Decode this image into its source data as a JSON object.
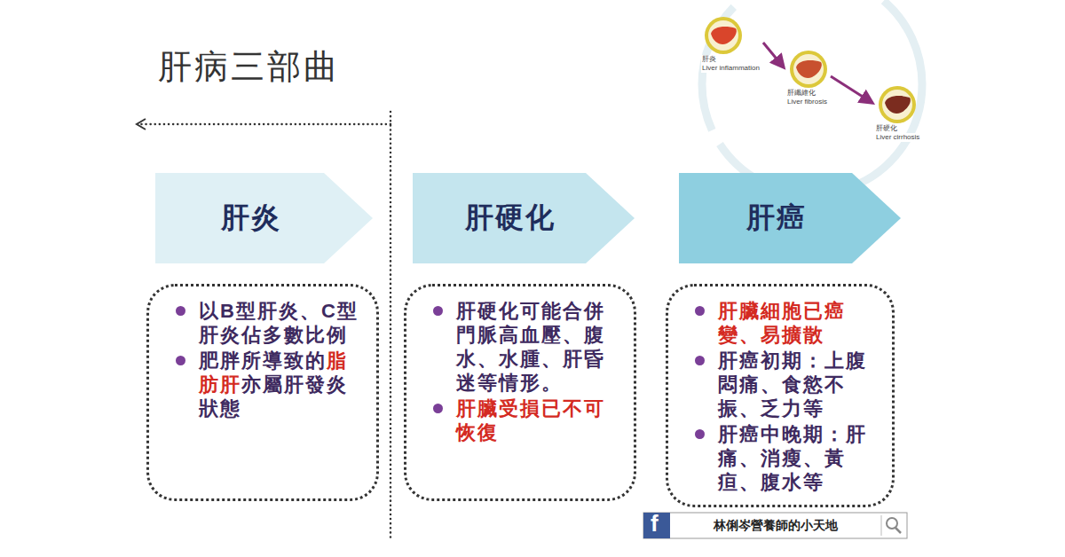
{
  "diagram": {
    "title": "肝病三部曲",
    "nodes": [
      {
        "text": [
          "肝炎",
          "Liver inflammation"
        ]
      },
      {
        "text": [
          "肝纖維化",
          "Liver fibrosis"
        ]
      },
      {
        "text": [
          "肝硬化",
          "Liver cirrhosis"
        ]
      },
      {
        "text": [
          "肝炎"
        ]
      },
      {
        "text": [
          "肝硬化"
        ]
      },
      {
        "text": [
          "肝癌"
        ]
      },
      {
        "text": [
          "以B型肝炎、C型肝炎佔多數比例",
          "肥胖所導致的",
          "脂肪肝",
          "亦屬肝發炎狀態"
        ]
      },
      {
        "text": [
          "肝硬化可能合併門脈高血壓、腹水、水腫、肝昏迷等情形。",
          "肝臟受損已不可恢復"
        ]
      },
      {
        "text": [
          "肝臟細胞已癌變、易擴散",
          "肝癌初期：上腹悶痛、食慾不振、乏力等",
          "肝癌中晚期：肝痛、消瘦、黃疸、腹水等"
        ]
      },
      {
        "text": [
          "林俐岑營養師的小天地"
        ]
      }
    ],
    "edges": [
      {
        "from": 0,
        "to": 1,
        "arrow": "to"
      },
      {
        "from": 1,
        "to": 2,
        "arrow": "to"
      }
    ],
    "labels": [
      "f"
    ]
  }
}
